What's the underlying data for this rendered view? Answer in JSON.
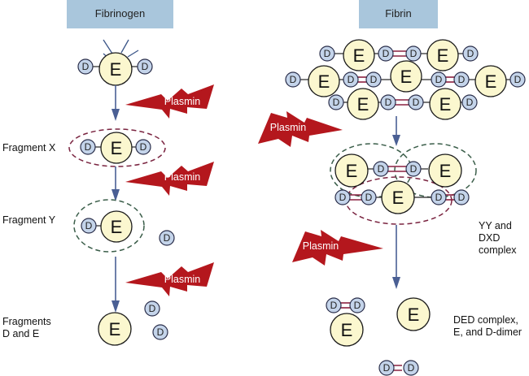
{
  "headers": {
    "left": "Fibrinogen",
    "right": "Fibrin"
  },
  "glyphs": {
    "E": "E",
    "D": "D"
  },
  "enzyme": "Plasmin",
  "left_labels": {
    "fragment_x": "Fragment X",
    "fragment_y": "Fragment Y",
    "fragments_de_line1": "Fragments",
    "fragments_de_line2": "D and E"
  },
  "right_labels": {
    "yy_line1": "YY and",
    "yy_line2": "DXD",
    "yy_line3": "complex",
    "ded_line1": "DED complex,",
    "ded_line2": "E, and D-dimer"
  },
  "colors": {
    "header_bg": "#a9c6dc",
    "e_domain": "#fbf7cf",
    "d_domain": "#c4d4ea",
    "plasmin": "#b4171d",
    "crosslink": "#8a2040",
    "arrow": "#4a5f94",
    "dashed_x": "#7a2440",
    "dashed_y": "#3b5e4a"
  }
}
